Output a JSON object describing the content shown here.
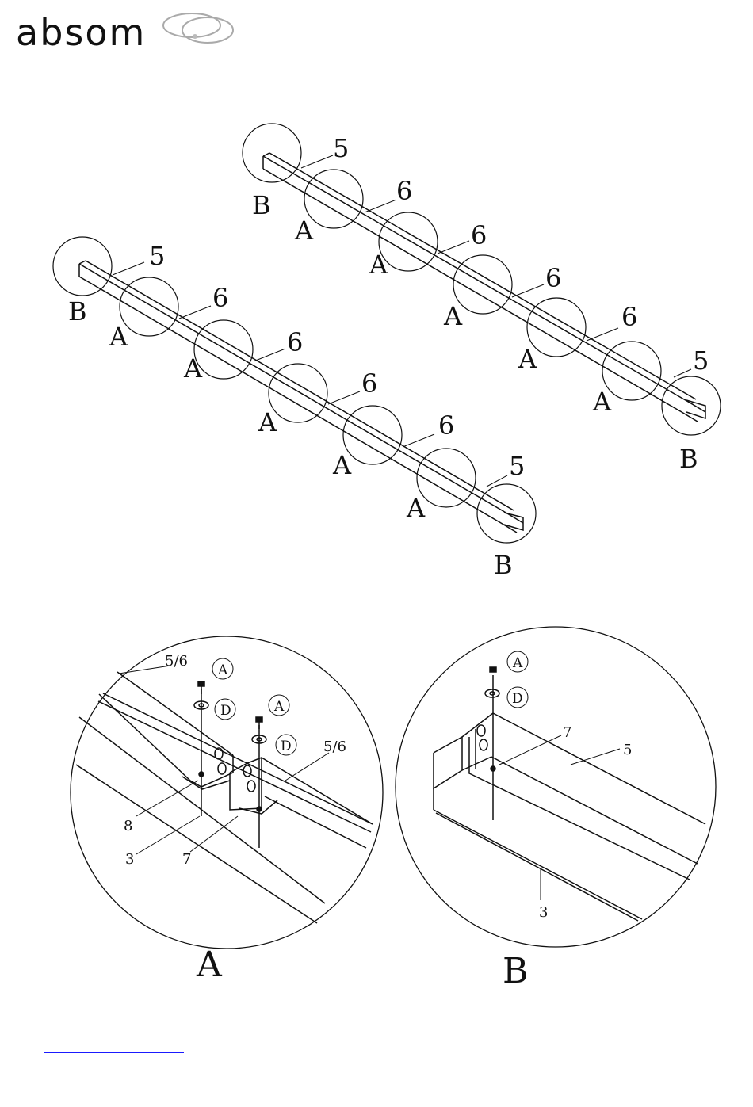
{
  "brand": {
    "name": "absom"
  },
  "overview": {
    "callouts_top": [
      "5",
      "6",
      "6",
      "6",
      "6",
      "5"
    ],
    "callouts_bottom": [
      "5",
      "6",
      "6",
      "6",
      "6",
      "5"
    ],
    "joint_label": "A",
    "end_label": "B"
  },
  "detail_a": {
    "title": "A",
    "part_left_beam": "5/6",
    "part_right_beam": "5/6",
    "part_plate": "8",
    "part_rail": "3",
    "part_bracket": "7",
    "hw_screw": "A",
    "hw_washer": "D"
  },
  "detail_b": {
    "title": "B",
    "part_bracket": "7",
    "part_beam": "5",
    "part_rail": "3",
    "hw_screw": "A",
    "hw_washer": "D"
  },
  "colors": {
    "ink": "#111111",
    "link": "#1a1aff"
  }
}
